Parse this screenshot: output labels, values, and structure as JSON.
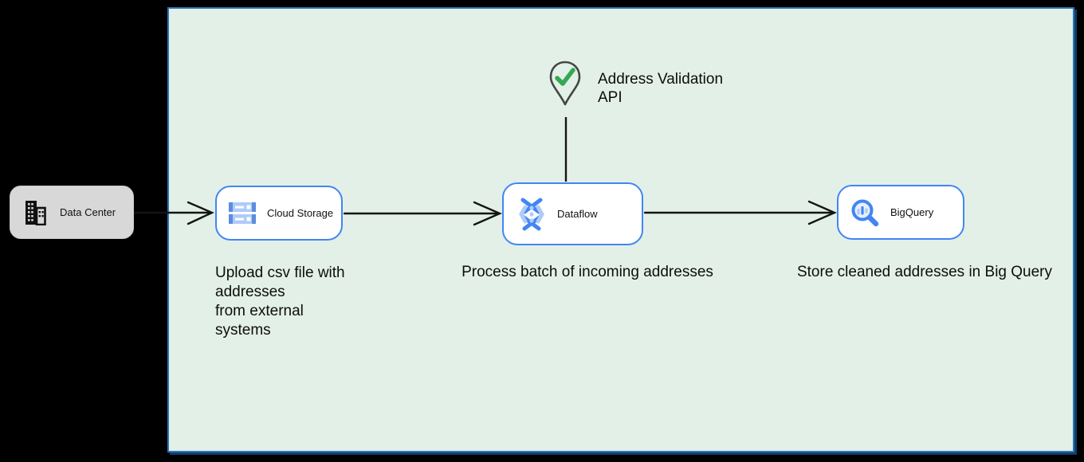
{
  "diagram": {
    "nodes": {
      "data_center": {
        "label": "Data Center"
      },
      "cloud_storage": {
        "label": "Cloud Storage",
        "caption": "Upload csv file with\naddresses\nfrom external\nsystems"
      },
      "dataflow": {
        "label": "Dataflow",
        "caption": "Process batch of incoming addresses"
      },
      "bigquery": {
        "label": "BigQuery",
        "caption": "Store cleaned addresses in Big Query"
      }
    },
    "annotations": {
      "address_validation_api": "Address Validation\nAPI"
    },
    "icons": [
      "building-icon",
      "cloud-storage-icon",
      "dataflow-icon",
      "bigquery-icon",
      "map-pin-check-icon"
    ],
    "colors": {
      "canvas_background": "#000000",
      "panel_background": "#E3F0E8",
      "panel_border": "#2E75B6",
      "node_border": "#4285F4",
      "node_background": "#FFFFFF",
      "data_center_background": "#D8D8D8",
      "icon_blue": "#4285F4",
      "icon_light_blue": "#AECBFA",
      "check_green": "#34A853",
      "connector": "#141414",
      "text": "#0D0D0D"
    }
  }
}
